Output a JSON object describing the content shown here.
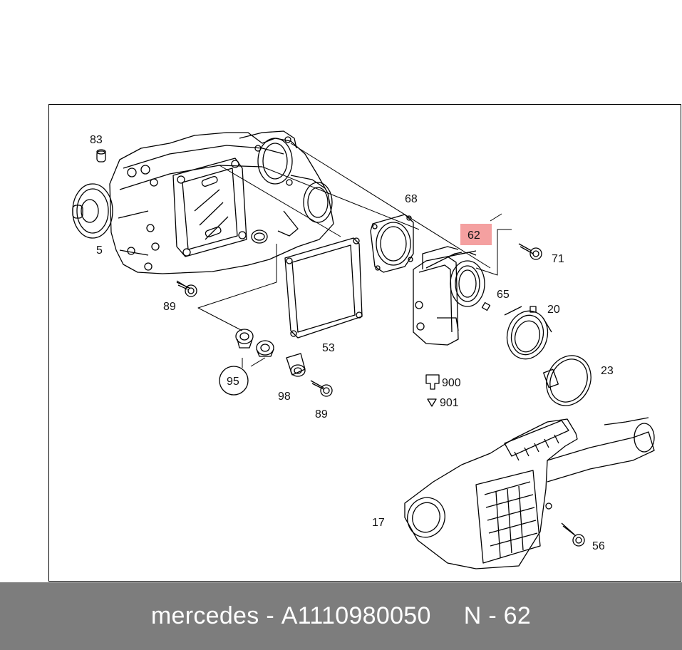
{
  "diagram": {
    "labels": {
      "l83": "83",
      "l5": "5",
      "l68": "68",
      "l62": "62",
      "l71": "71",
      "l65": "65",
      "l20": "20",
      "l89a": "89",
      "l53": "53",
      "l23": "23",
      "l95": "95",
      "l98": "98",
      "l89b": "89",
      "l900": "900",
      "l901": "901",
      "l17": "17",
      "l56": "56"
    },
    "highlight_color": "#f4a0a0"
  },
  "footer": {
    "brand": "mercedes",
    "separator": "-",
    "part_number": "A1110980050",
    "position_label": "N - 62"
  }
}
